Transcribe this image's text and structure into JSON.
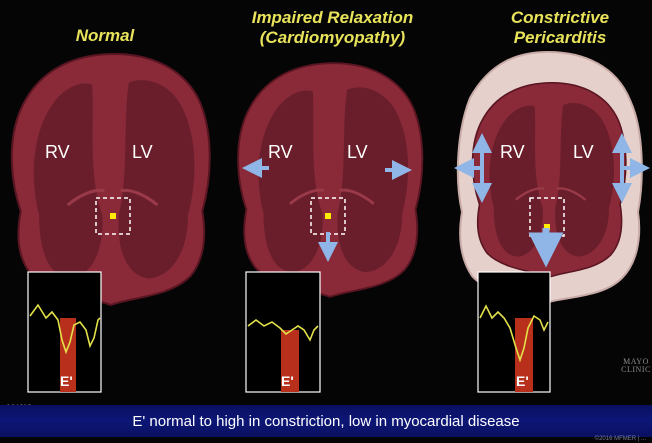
{
  "panels": [
    {
      "title_lines": [
        "Normal"
      ],
      "rv_label": "RV",
      "lv_label": "LV",
      "e_label": "E'"
    },
    {
      "title_lines": [
        "Impaired Relaxation",
        "(Cardiomyopathy)"
      ],
      "rv_label": "RV",
      "lv_label": "LV",
      "e_label": "E'"
    },
    {
      "title_lines": [
        "Constrictive",
        "Pericarditis"
      ],
      "rv_label": "RV",
      "lv_label": "LV",
      "e_label": "E'"
    }
  ],
  "caption": "E' normal to high in constriction, low in myocardial disease",
  "footer_note": "©2016 MFMER | ...",
  "watermark": {
    "line1": "MAYO",
    "line2": "CLINIC"
  },
  "colors": {
    "title": "#e8e35a",
    "myocardium": "#8a2a38",
    "chamber": "#6a1e2c",
    "caption_bar": "#0c1676",
    "arrow": "#8fb6e6",
    "pericardium": "#e6d0cc",
    "tracing": "#e4e24a",
    "e_wave": "#b8301c"
  }
}
